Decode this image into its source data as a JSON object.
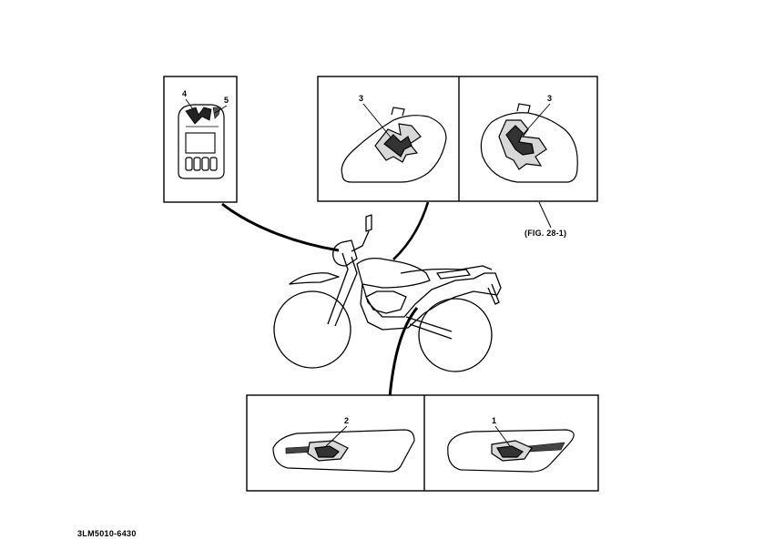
{
  "callouts": {
    "c1": "1",
    "c2": "2",
    "c3_left": "3",
    "c3_right": "3",
    "c4": "4",
    "c5": "5"
  },
  "figure_ref": "(FIG. 28-1)",
  "drawing_code": "3LM5010-6430"
}
